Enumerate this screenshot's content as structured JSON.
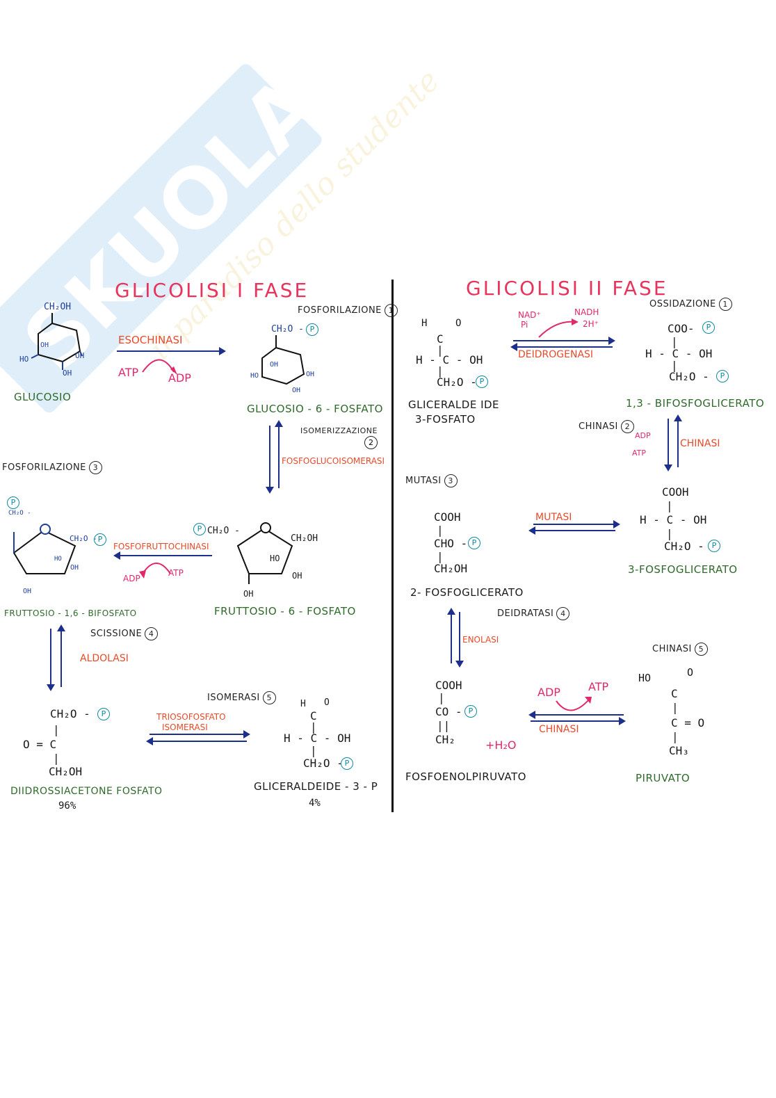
{
  "watermark": {
    "brand": "SKUOLA.net",
    "tagline": "il paradiso dello studente"
  },
  "colors": {
    "title": "#e8345c",
    "enzyme": "#e84a2a",
    "cofactor": "#e0286a",
    "compound_name": "#2e6b2a",
    "arrow": "#1c2f8a",
    "phosphate": "#0d8aa0"
  },
  "phase1": {
    "title": "GLICOLISI  I  FASE",
    "step1": {
      "label": "FOSFORILAZIONE",
      "num": "1",
      "enzyme": "ESOCHINASI",
      "in": "ATP",
      "out": "ADP"
    },
    "step2": {
      "label": "ISOMERIZZAZIONE",
      "num": "2",
      "enzyme": "FOSFOGLUCOISOMERASI"
    },
    "step3": {
      "label": "FOSFORILAZIONE",
      "num": "3",
      "enzyme": "FOSFOFRUTTOCHINASI",
      "in": "ATP",
      "out": "ADP"
    },
    "step4": {
      "label": "SCISSIONE",
      "num": "4",
      "enzyme": "ALDOLASI"
    },
    "step5": {
      "label": "ISOMERASI",
      "num": "5",
      "enzyme_line1": "TRIOSOFOSFATO",
      "enzyme_line2": "ISOMERASI"
    },
    "compounds": {
      "glucosio": "GLUCOSIO",
      "g6p": "GLUCOSIO - 6 - FOSFATO",
      "f6p": "FRUTTOSIO - 6 - FOSFATO",
      "f16bp": "FRUTTOSIO - 1,6 - BIFOSFATO",
      "dhap": "DIIDROSSIACETONE  FOSFATO",
      "dhap_pct": "96%",
      "g3p": "GLICERALDEIDE - 3 - P",
      "g3p_pct": "4%"
    }
  },
  "phase2": {
    "title": "GLICOLISI  II  FASE",
    "step1": {
      "label": "OSSIDAZIONE",
      "num": "1",
      "enzyme": "DEIDROGENASI",
      "in1": "NAD⁺",
      "in2": "Pi",
      "out1": "NADH",
      "out2": "2H⁺"
    },
    "step2": {
      "label": "CHINASI",
      "num": "2",
      "enzyme": "CHINASI",
      "in": "ADP",
      "out": "ATP"
    },
    "step3": {
      "label": "MUTASI",
      "num": "3",
      "enzyme": "MUTASI"
    },
    "step4": {
      "label": "DEIDRATASI",
      "num": "4",
      "enzyme": "ENOLASI"
    },
    "step5": {
      "label": "CHINASI",
      "num": "5",
      "enzyme": "CHINASI",
      "in": "ADP",
      "out": "ATP",
      "water": "+H₂O"
    },
    "compounds": {
      "g3p_line1": "GLICERALDE IDE",
      "g3p_line2": "3-FOSFATO",
      "bpg13": "1,3 - BIFOSFOGLICERATO",
      "pg3": "3-FOSFOGLICERATO",
      "pg2": "2- FOSFOGLICERATO",
      "pep": "FOSFOENOLPIRUVATO",
      "pyr": "PIRUVATO"
    }
  },
  "formulas": {
    "ch2oh": "CH₂OH",
    "ch2o": "CH₂O -",
    "ch2": "CH₂",
    "ch3": "CH₃",
    "oh": "OH",
    "ho": "HO",
    "cooh": "COOH",
    "coo": "COO-",
    "hcoh": "H - C - OH",
    "o_eq_c": "O = C",
    "c_eq_o": "C = O",
    "co": "CO -",
    "cho": "CHO -",
    "h": "H",
    "c": "C",
    "o": "O",
    "p": "P",
    "bar": "|",
    "dbl": "||"
  }
}
